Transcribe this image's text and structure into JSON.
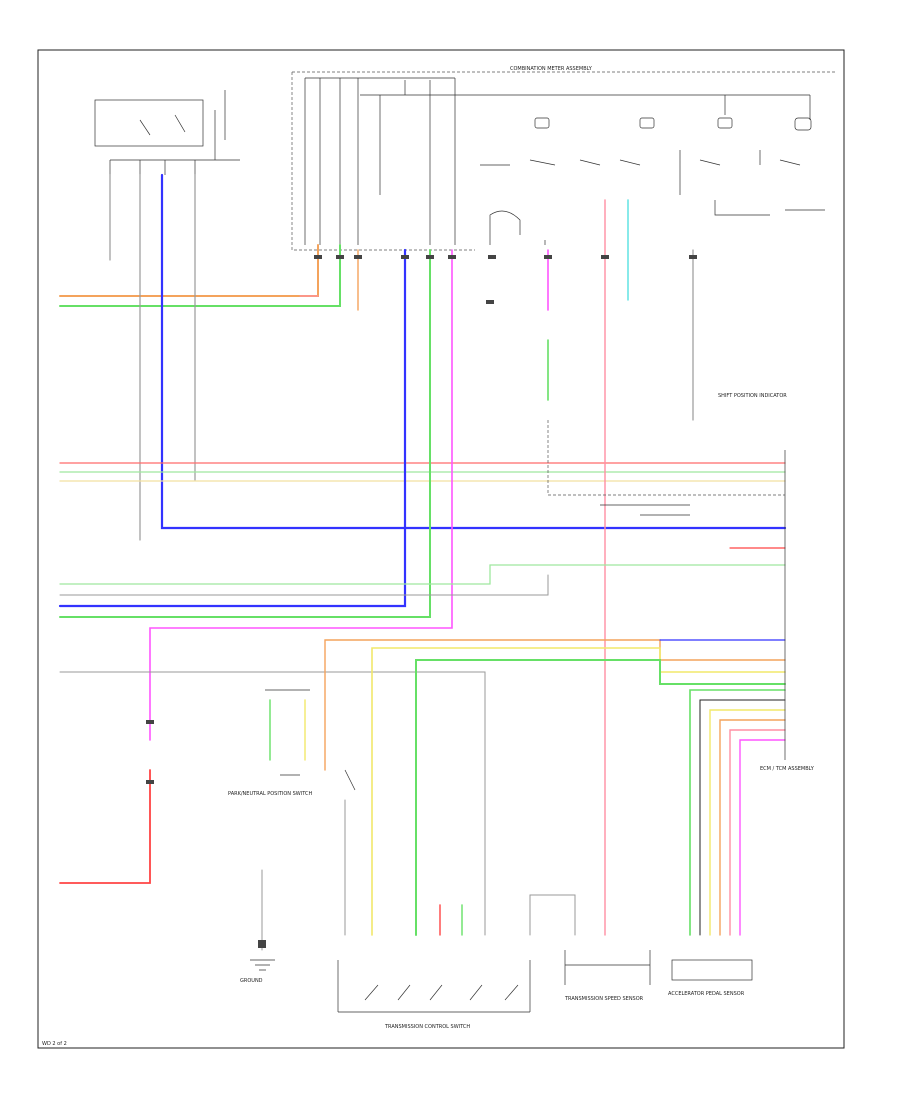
{
  "colors": {
    "orange": "#f4a35c",
    "green": "#66e066",
    "blue": "#3333ff",
    "magenta": "#ff55ff",
    "red": "#ff4444",
    "pink": "#ff8fa3",
    "yellow": "#f2e86a",
    "lightgreen": "#a8f0a8",
    "cyan": "#55e0e0",
    "gray": "#9a9a9a",
    "black": "#222222"
  },
  "labels": {
    "top_connector": "COMBINATION METER ASSEMBLY",
    "shift_indicator": "SHIFT POSITION INDICATOR",
    "tcm_block": "ECM / TCM ASSEMBLY",
    "trans_switch": "TRANSMISSION CONTROL SWITCH",
    "speed_sensor": "TRANSMISSION SPEED SENSOR",
    "pedal_sensor": "ACCELERATOR PEDAL SENSOR",
    "neutral_switch": "PARK/NEUTRAL POSITION SWITCH",
    "ground": "GROUND",
    "footer": "WD 2 of 2"
  }
}
